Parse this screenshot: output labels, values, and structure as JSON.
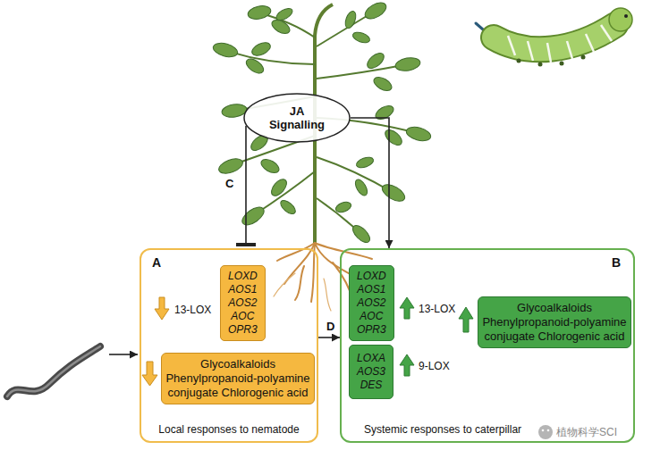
{
  "diagram": {
    "nodes": [
      {
        "text": [
          "JA Signalling"
        ]
      },
      {
        "text": [
          "A",
          "Local responses to nematode"
        ]
      },
      {
        "text": [
          "LOXD AOS1 AOS2 AOC OPR3"
        ],
        "in": 1
      },
      {
        "text": [
          "Glycoalkaloids Phenylpropanoid-polyamine conjugate Chlorogenic acid"
        ],
        "in": 1
      },
      {
        "text": [
          "B",
          "Systemic responses to caterpillar"
        ]
      },
      {
        "text": [
          "LOXD AOS1 AOS2 AOC OPR3"
        ],
        "in": 4
      },
      {
        "text": [
          "LOXA AOS3 DES"
        ],
        "in": 4
      },
      {
        "text": [
          "Glycoalkaloids Phenylpropanoid-polyamine conjugate Chlorogenic acid"
        ],
        "in": 4
      }
    ],
    "edges": [
      {
        "from": 0,
        "to": 1,
        "label": "C",
        "arrow": "to"
      },
      {
        "from": 0,
        "to": 4,
        "arrow": "to"
      },
      {
        "from": 1,
        "to": 4,
        "label": "D",
        "arrow": "to"
      }
    ],
    "labels": [
      "13-LOX",
      "13-LOX",
      "9-LOX",
      "植物科学SCI"
    ]
  }
}
